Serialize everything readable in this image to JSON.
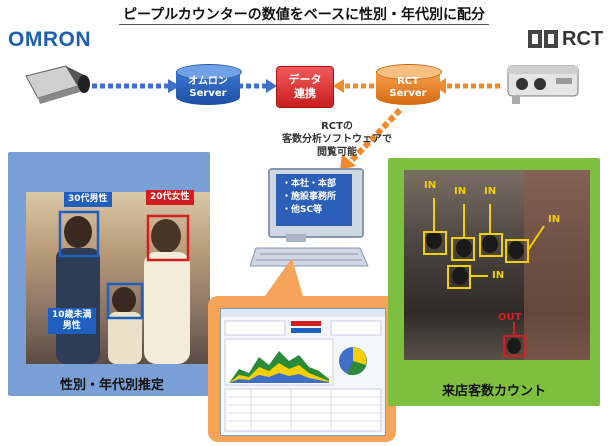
{
  "title": "ピープルカウンターの数値をベースに性別・年代別に配分",
  "logos": {
    "left": "OMRON",
    "right": "RCT"
  },
  "nodes": {
    "omron_server": [
      "オムロン",
      "Server"
    ],
    "relay": [
      "データ",
      "連携"
    ],
    "rct_server": [
      "RCT",
      "Server"
    ]
  },
  "analysis_note": [
    "RCTの",
    "客数分析ソフトウェアで",
    "閲覧可能"
  ],
  "monitor_items": [
    "・本社・本部",
    "・施設事務所",
    "・他SC等"
  ],
  "left_panel": {
    "caption": "性別・年代別推定",
    "tags": [
      "30代男性",
      "20代女性",
      "10歳未満",
      "男性"
    ]
  },
  "right_panel": {
    "caption": "来店客数カウント",
    "labels_in": [
      "IN",
      "IN",
      "IN",
      "IN",
      "IN"
    ],
    "label_out": "OUT"
  },
  "colors": {
    "blue": "#1f5fbf",
    "red": "#d21e1e",
    "orange": "#f08a2a",
    "green": "#7fbf3f",
    "yellow": "#f5d000"
  }
}
